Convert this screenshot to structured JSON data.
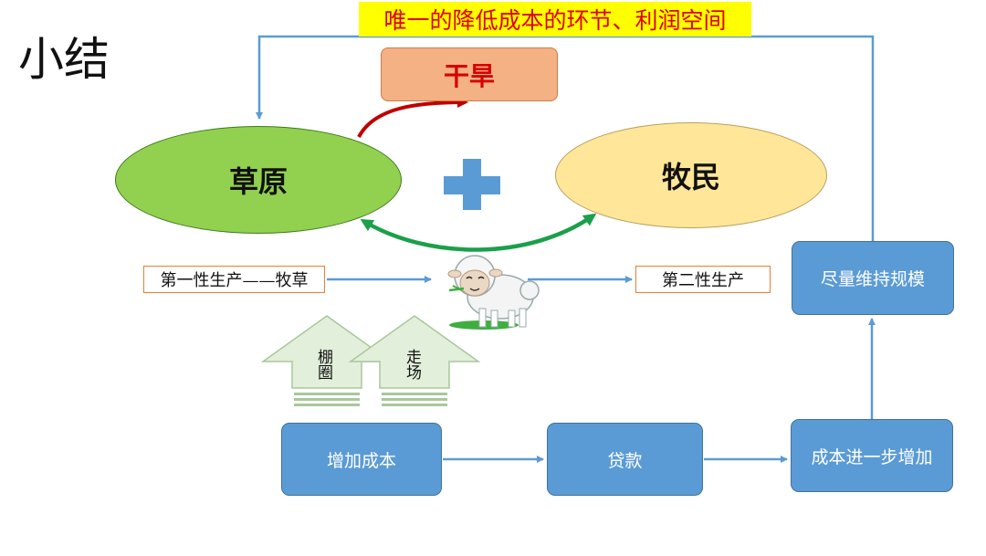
{
  "title": "小结",
  "banner": "唯一的降低成本的环节、利润空间",
  "drought": "干旱",
  "grassland": "草原",
  "herders": "牧民",
  "production": {
    "primary": "第一性生产——牧草",
    "secondary": "第二性生产"
  },
  "up_arrows": {
    "left": "棚圈",
    "right": "走场"
  },
  "boxes": {
    "increase_cost": "增加成本",
    "loan": "贷款",
    "cost_further": "成本进一步增加",
    "maintain_scale": "尽量维持规模"
  },
  "colors": {
    "grass_fill": "#92d050",
    "herder_fill": "#ffe699",
    "box_blue": "#5b9bd5",
    "banner_bg": "#ffff00",
    "banner_text": "#e00000",
    "drought_fill": "#f4b183"
  }
}
